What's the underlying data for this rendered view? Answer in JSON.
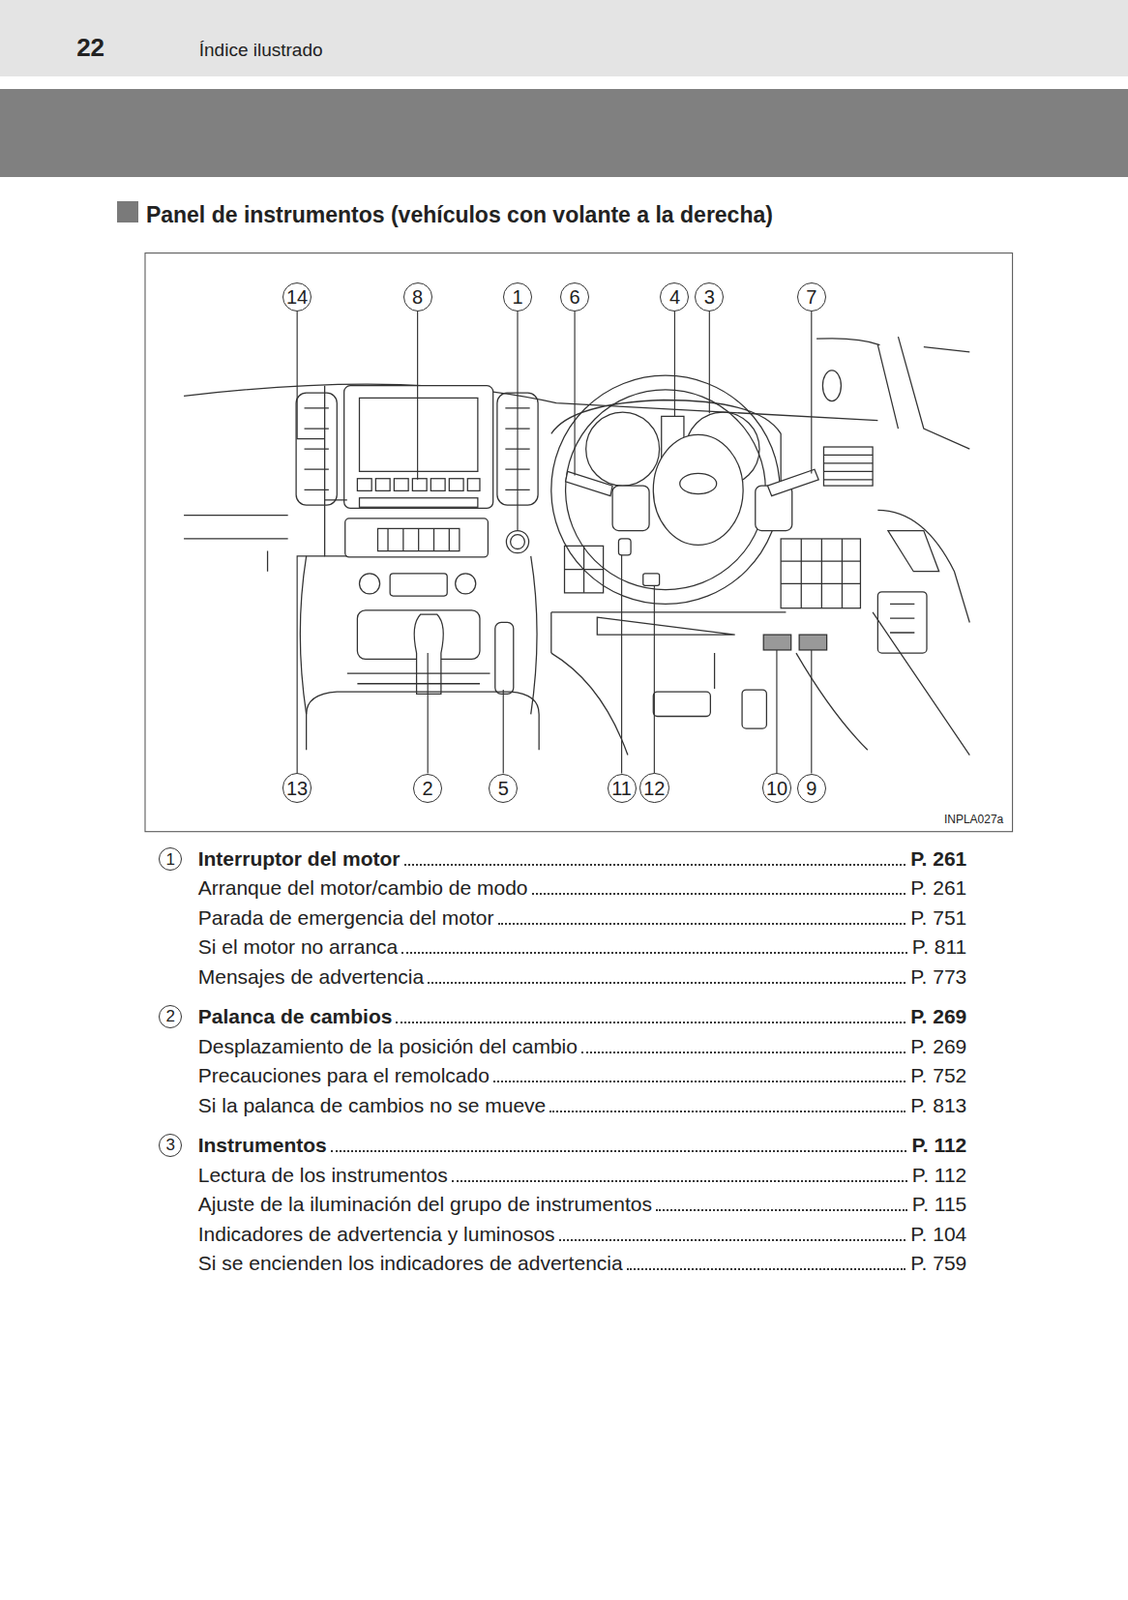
{
  "diagram": {
    "title": "Panel de instrumentos (vehículos con volante a la derecha)",
    "nodes": [
      {
        "text": [
          "14"
        ]
      },
      {
        "text": [
          "8"
        ]
      },
      {
        "text": [
          "1"
        ]
      },
      {
        "text": [
          "6"
        ]
      },
      {
        "text": [
          "4"
        ]
      },
      {
        "text": [
          "3"
        ]
      },
      {
        "text": [
          "7"
        ]
      },
      {
        "text": [
          "13"
        ]
      },
      {
        "text": [
          "2"
        ]
      },
      {
        "text": [
          "5"
        ]
      },
      {
        "text": [
          "11"
        ]
      },
      {
        "text": [
          "12"
        ]
      },
      {
        "text": [
          "10"
        ]
      },
      {
        "text": [
          "9"
        ]
      },
      {
        "text": [
          "1"
        ]
      },
      {
        "text": [
          "2"
        ]
      },
      {
        "text": [
          "3"
        ]
      }
    ],
    "labels": [
      "22",
      "Índice ilustrado",
      "INPLA027a",
      "Interruptor del motor",
      "P. 261",
      "Arranque del motor/cambio de modo",
      "P. 261",
      "Parada de emergencia del motor",
      "P. 751",
      "Si el motor no arranca",
      "P. 811",
      "Mensajes de advertencia",
      "P. 773",
      "Palanca de cambios",
      "P. 269",
      "Desplazamiento de la posición del cambio",
      "P. 269",
      "Precauciones para el remolcado",
      "P. 752",
      "Si la palanca de cambios no se mueve",
      "P. 813",
      "Instrumentos",
      "P. 112",
      "Lectura de los instrumentos",
      "P. 112",
      "Ajuste de la iluminación del grupo de instrumentos",
      "P. 115",
      "Indicadores de advertencia y luminosos",
      "P. 104",
      "Si se encienden los indicadores de advertencia",
      "P. 759"
    ]
  }
}
